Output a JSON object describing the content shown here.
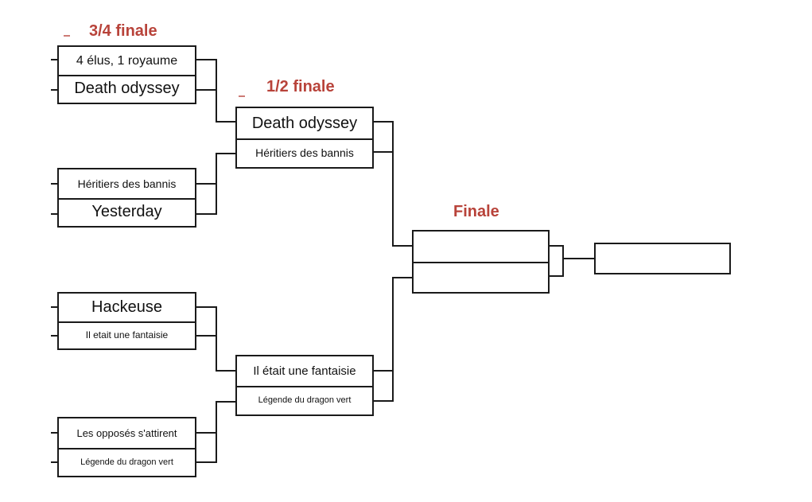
{
  "stages": {
    "quarter": "3/4 finale",
    "semi": "1/2 finale",
    "final": "Finale"
  },
  "quarterfinals": [
    {
      "top": "4 élus, 1 royaume",
      "bottom": "Death odyssey"
    },
    {
      "top": "Héritiers des bannis",
      "bottom": "Yesterday"
    },
    {
      "top": "Hackeuse",
      "bottom": "Il etait une fantaisie"
    },
    {
      "top": "Les opposés s'attirent",
      "bottom": "Légende du dragon vert"
    }
  ],
  "semifinals": [
    {
      "top": "Death odyssey",
      "bottom": "Héritiers des bannis"
    },
    {
      "top": "Il était une fantaisie",
      "bottom": "Légende du dragon vert"
    }
  ],
  "final": {
    "top": "",
    "bottom": ""
  },
  "winner": "",
  "colors": {
    "stage_label": "#b8433a",
    "line": "#1a1a1a"
  }
}
